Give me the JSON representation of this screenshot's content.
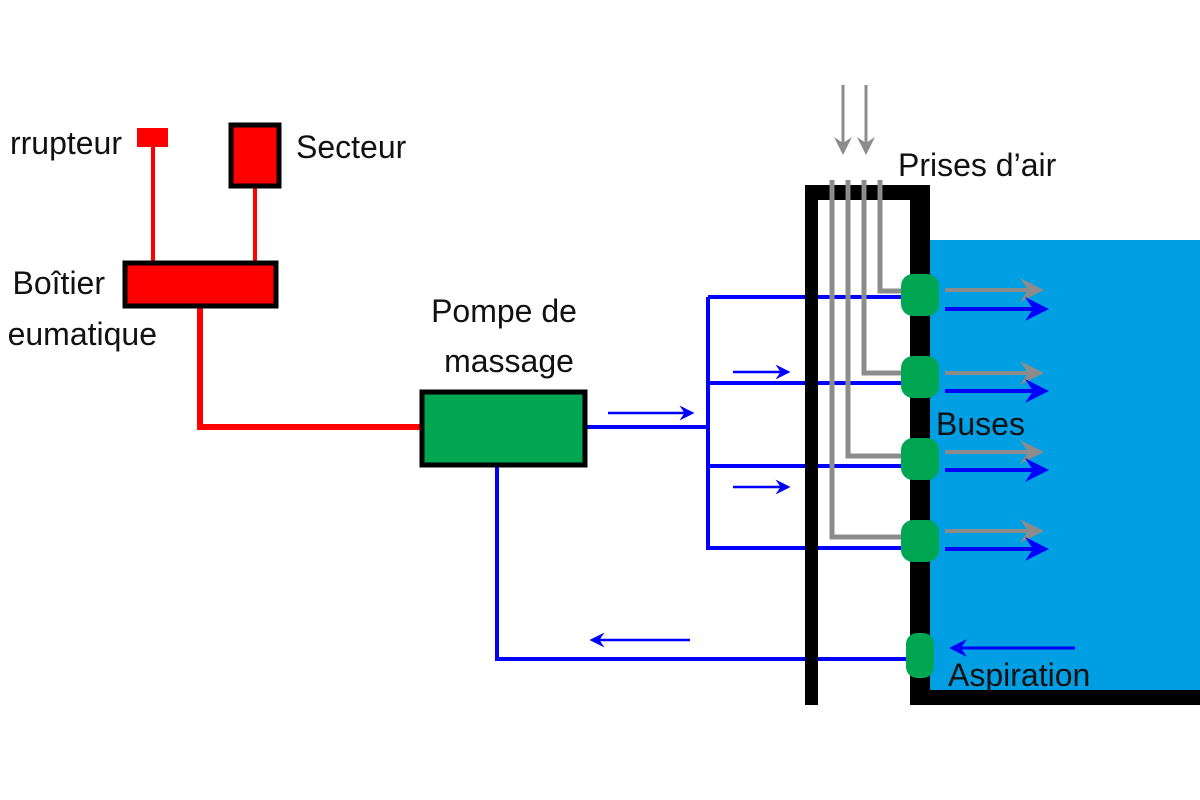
{
  "labels": {
    "interrupteur": "rrupteur",
    "secteur": "Secteur",
    "boitier_line1": "Boîtier",
    "boitier_line2": "eumatique",
    "pompe_line1": "Pompe de",
    "pompe_line2": "massage",
    "prises_air": "Prises d’air",
    "buses": "Buses",
    "aspiration": "Aspiration"
  },
  "colors": {
    "electric": "#ff0000",
    "water_pipe": "#0000ff",
    "air_pipe": "#8c8c8c",
    "pump": "#00a651",
    "jet": "#00a651",
    "pool_water": "#009fe3",
    "wall": "#000000"
  }
}
